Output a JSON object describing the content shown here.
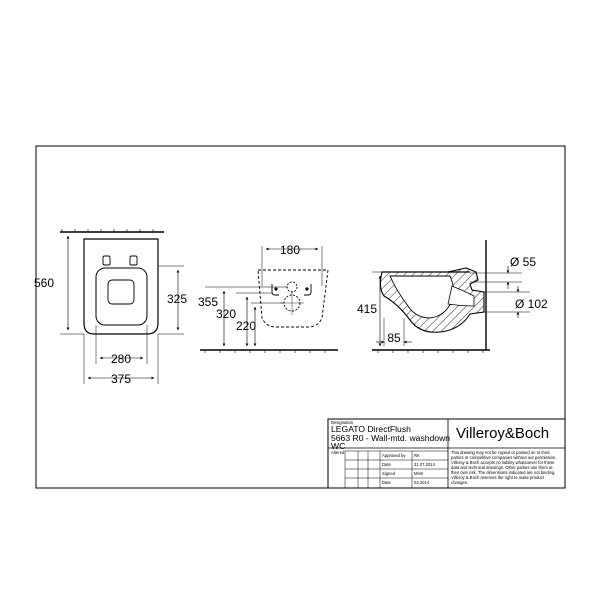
{
  "dimensions": {
    "front_height": "560",
    "front_bowl": "325",
    "front_width_inner": "280",
    "front_width_total": "375",
    "side_355": "355",
    "side_320": "320",
    "side_220": "220",
    "side_180": "180",
    "side_415": "415",
    "side_85": "85",
    "dia_55": "Ø 55",
    "dia_102": "Ø 102"
  },
  "title_block": {
    "designation_label": "Designation",
    "product_name": "LEGATO DirectFlush",
    "product_code_line1": "5663 R0 - Wall-mtd. washdown",
    "product_code_line2": "WC",
    "brand": "Villeroy&Boch",
    "altered_label": "Altered",
    "approved_label": "Approved by",
    "approved_value": "RK",
    "date_label": "Date",
    "date_value": "31.07.2014",
    "signed_label": "Signed",
    "signed_value": "MHK",
    "date2_label": "Date",
    "date2_value": "03.2014",
    "notice_lines": [
      "This drawing may not be copied or passed on to third",
      "parties or competitive companies without our permission.",
      "Villeroy & Boch accepts no liability whatsoever for these",
      "data and technical drawings. Other parties use them at",
      "their own risk. The dimensions indicated are not binding.",
      "Villeroy & Boch reserves the right to make product",
      "changes."
    ]
  }
}
